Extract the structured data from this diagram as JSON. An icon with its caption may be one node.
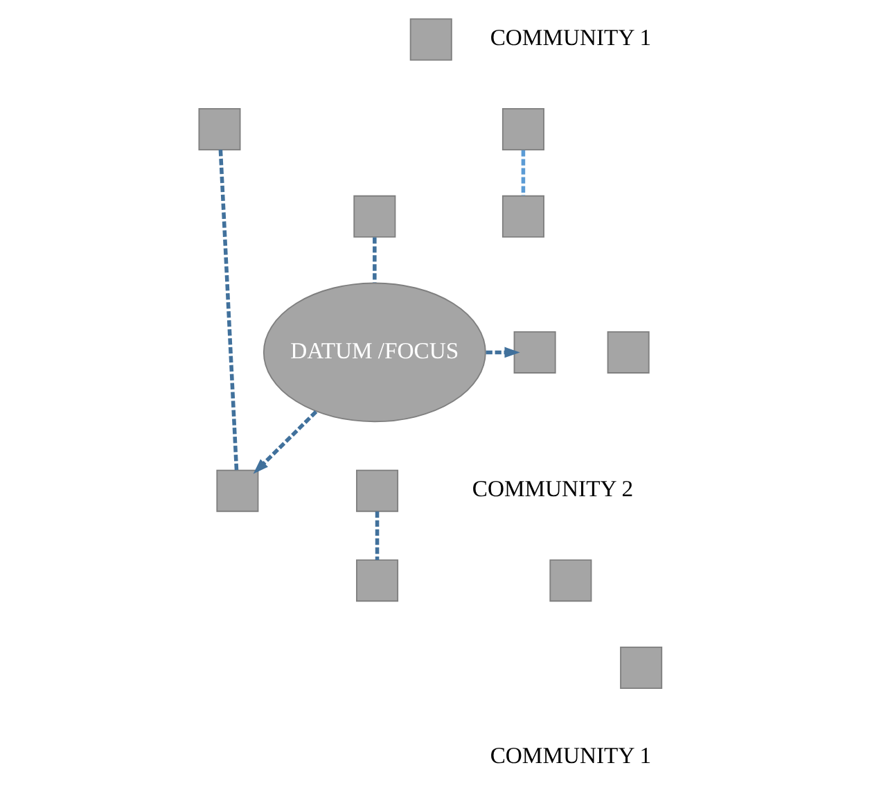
{
  "diagram": {
    "nodes": [
      {
        "text": [],
        "shape": "box"
      },
      {
        "text": [],
        "shape": "box"
      },
      {
        "text": [],
        "shape": "box"
      },
      {
        "text": [],
        "shape": "box"
      },
      {
        "text": [
          "DATUM /FOCUS"
        ]
      },
      {
        "text": [],
        "shape": "box"
      },
      {
        "text": [],
        "shape": "box"
      },
      {
        "text": [],
        "shape": "box"
      },
      {
        "text": [],
        "shape": "box"
      },
      {
        "text": [],
        "shape": "box"
      },
      {
        "text": [],
        "shape": "box"
      },
      {
        "text": [],
        "shape": "box"
      },
      {
        "text": [],
        "shape": "box"
      }
    ],
    "edges": [
      {
        "from": 3,
        "to": 4,
        "arrow": "none",
        "style": "dashed"
      },
      {
        "from": 2,
        "to": 5,
        "arrow": "none",
        "style": "dashed",
        "color": "#5b9bd5"
      },
      {
        "from": 1,
        "to": 9,
        "arrow": "none",
        "style": "dashed"
      },
      {
        "from": 4,
        "to": 6,
        "arrow": "to",
        "style": "dashed"
      },
      {
        "from": 4,
        "to": 9,
        "arrow": "to",
        "style": "dashed"
      },
      {
        "from": 8,
        "to": 11,
        "arrow": "none",
        "style": "dashed"
      }
    ],
    "labels": [
      "COMMUNITY 1",
      "COMMUNITY 2",
      "COMMUNITY 1"
    ]
  }
}
